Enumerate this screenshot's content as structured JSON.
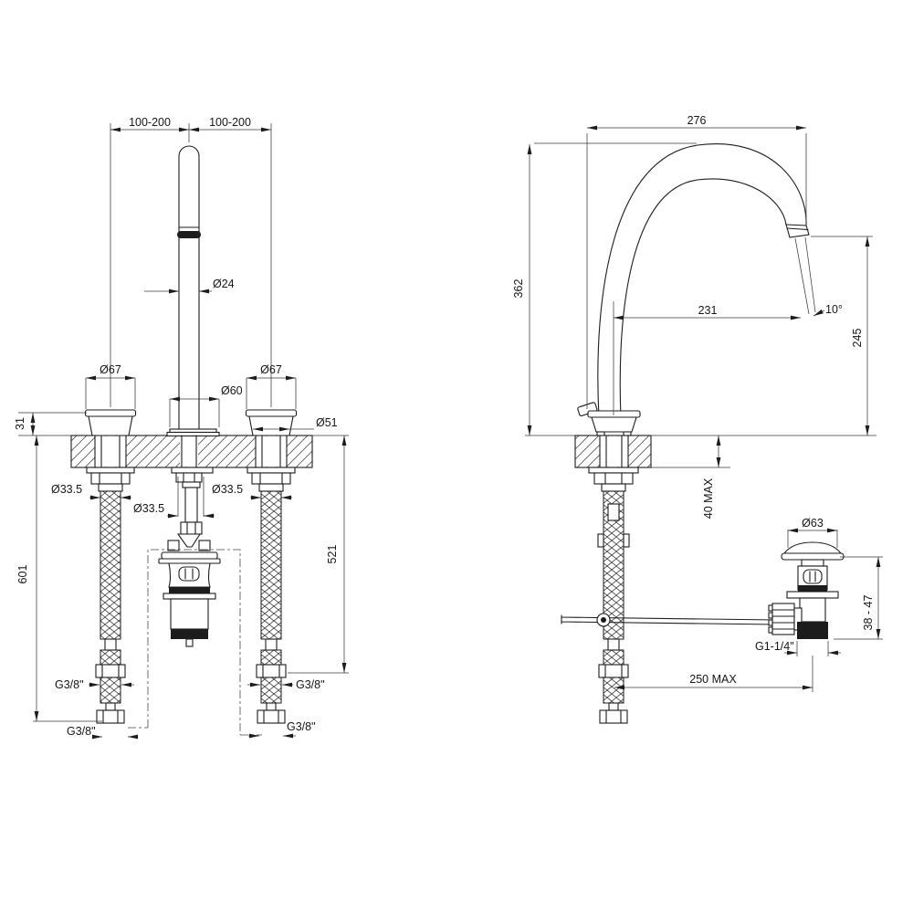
{
  "front": {
    "spacing_left": "100-200",
    "spacing_right": "100-200",
    "spout_dia": "Ø24",
    "handle_dia_left": "Ø67",
    "handle_dia_right": "Ø67",
    "base_dia": "Ø60",
    "handle_base_dia": "Ø51",
    "handle_height": "31",
    "hole_dia_left": "Ø33.5",
    "hole_dia_center": "Ø33.5",
    "hole_dia_right": "Ø33.5",
    "hose_len_left": "601",
    "hose_len_right": "521",
    "thread_mid_left": "G3/8\"",
    "thread_mid_right": "G3/8\"",
    "thread_bot_left": "G3/8\"",
    "thread_bot_right": "G3/8\""
  },
  "side": {
    "reach": "276",
    "height": "362",
    "outlet_reach": "231",
    "outlet_angle": "10°",
    "outlet_height": "245",
    "deck_max": "40 MAX",
    "waste_dia": "Ø63",
    "waste_range": "38 - 47",
    "waste_thread": "G1-1/4\"",
    "rod_max": "250 MAX"
  }
}
